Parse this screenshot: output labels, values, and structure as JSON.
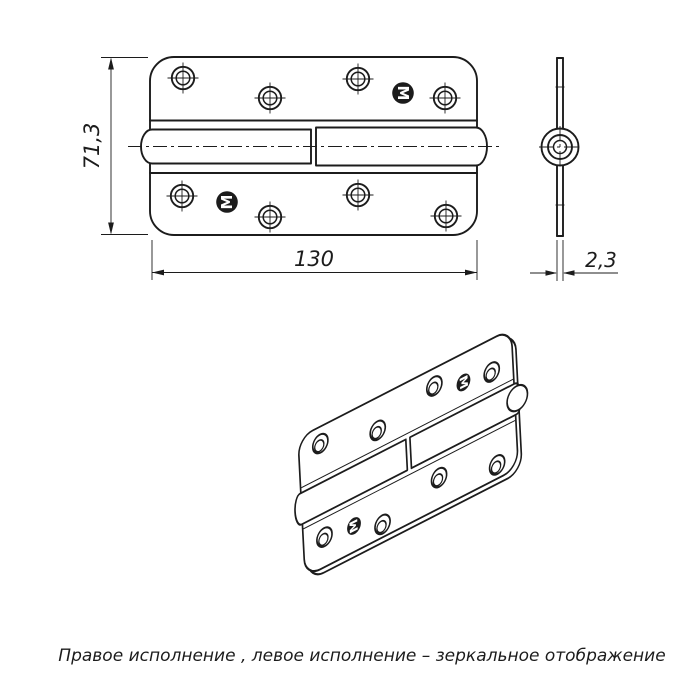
{
  "drawing": {
    "views": {
      "front": {
        "width_label": "130",
        "height_label": "71,3"
      },
      "side": {
        "thickness_label": "2,3"
      },
      "isometric": {}
    },
    "trademark_glyph": "M",
    "caption": "Правое исполнение , левое исполнение – зеркальное отображение",
    "colors": {
      "line": "#1c1c1c",
      "background": "#ffffff"
    }
  }
}
